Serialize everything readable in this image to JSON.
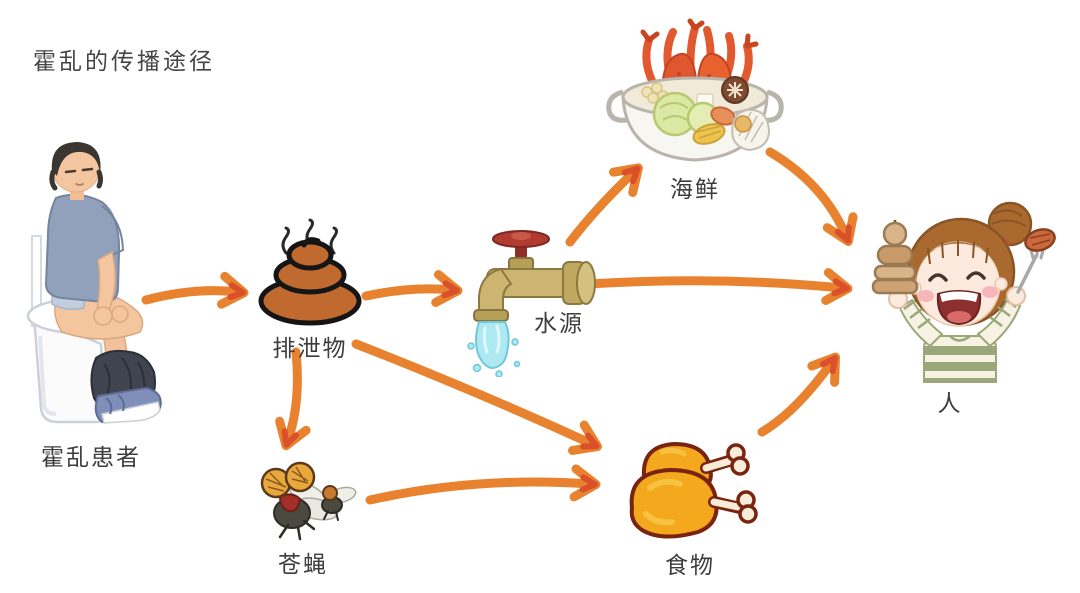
{
  "diagram": {
    "title": "霍乱的传播途径",
    "type": "flow-diagram",
    "topic": "cholera transmission routes",
    "arrow_color": "#e8822e",
    "arrow_tip_color": "#d9502a"
  },
  "nodes": {
    "patient": {
      "label": "霍乱患者",
      "illustration": "person-sitting-on-toilet"
    },
    "excreta": {
      "label": "排泄物",
      "illustration": "feces-with-stink-lines"
    },
    "water": {
      "label": "水源",
      "illustration": "faucet-with-running-water"
    },
    "seafood": {
      "label": "海鲜",
      "illustration": "hotpot-with-crab-and-vegetables"
    },
    "flies": {
      "label": "苍蝇",
      "illustration": "cartoon-flies"
    },
    "food": {
      "label": "食物",
      "illustration": "chicken-drumsticks"
    },
    "person": {
      "label": "人",
      "illustration": "girl-eating-with-skewer-and-fork"
    }
  },
  "edges": [
    {
      "from": "patient",
      "to": "excreta"
    },
    {
      "from": "excreta",
      "to": "water"
    },
    {
      "from": "excreta",
      "to": "flies"
    },
    {
      "from": "excreta",
      "to": "food"
    },
    {
      "from": "water",
      "to": "seafood"
    },
    {
      "from": "water",
      "to": "person"
    },
    {
      "from": "seafood",
      "to": "person"
    },
    {
      "from": "flies",
      "to": "food"
    },
    {
      "from": "food",
      "to": "person"
    }
  ]
}
